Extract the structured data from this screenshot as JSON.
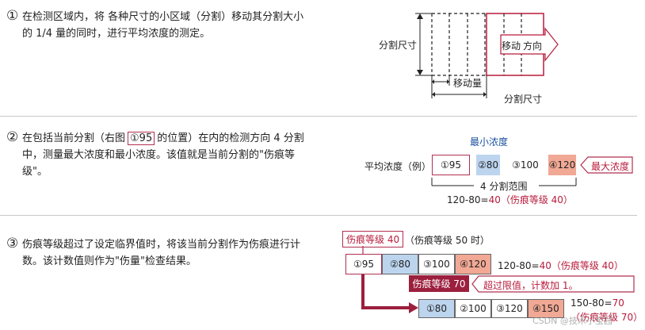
{
  "steps": [
    {
      "num": "①",
      "text": "在检测区域内，将 各种尺寸的小区域（分割）移动其分割大小的 1/4 量的同时，进行平均浓度的测定。"
    },
    {
      "num": "②",
      "text_a": "在包括当前分割（右图",
      "text_highlight": "①95",
      "text_b": "的位置）在内的检测方向 4 分割中，测量最大浓度和最小浓度。该值就是当前分割的\"伤痕等级\"。"
    },
    {
      "num": "③",
      "text": "伤痕等级超过了设定临界值时，将该当前分割作为伤痕进行计数。该计数值则作为\"伤量\"检查结果。"
    }
  ],
  "diagram1": {
    "label_size_v": "分割尺寸",
    "label_move_amount": "移动量",
    "label_size_h": "分割尺寸",
    "label_move_a": "移动",
    "label_move_b": "方向"
  },
  "diagram2": {
    "label_min": "最小浓度",
    "label_avg": "平均浓度（例）",
    "cells": [
      "①95",
      "②80",
      "③100",
      "④120"
    ],
    "label_max": "最大浓度",
    "label_range": "4 分割范围",
    "calc_a": "120-80=",
    "calc_b": "40（伤痕等级 40）"
  },
  "diagram3": {
    "badge1": "伤痕等级 40",
    "badge1_note": "（伤痕等级 50 时）",
    "row1_cells": [
      "①95",
      "②80",
      "③100",
      "④120"
    ],
    "row1_calc_a": "120-80=",
    "row1_calc_b": "40（伤痕等级 40）",
    "badge2": "伤痕等级 70",
    "badge2_note": "超过限值，计数加 1。",
    "row2_cells": [
      "①80",
      "②100",
      "③120",
      "④150"
    ],
    "row2_calc_a": "150-80=",
    "row2_calc_b": "70",
    "row2_calc_c": "（伤痕等级 70）"
  },
  "watermark": "CSDN @技术小宝园",
  "colors": {
    "accent": "#b81c3c",
    "blue_fill": "#bcd4ee",
    "salmon_fill": "#f1a894",
    "text_blue": "#1a4fa0"
  }
}
